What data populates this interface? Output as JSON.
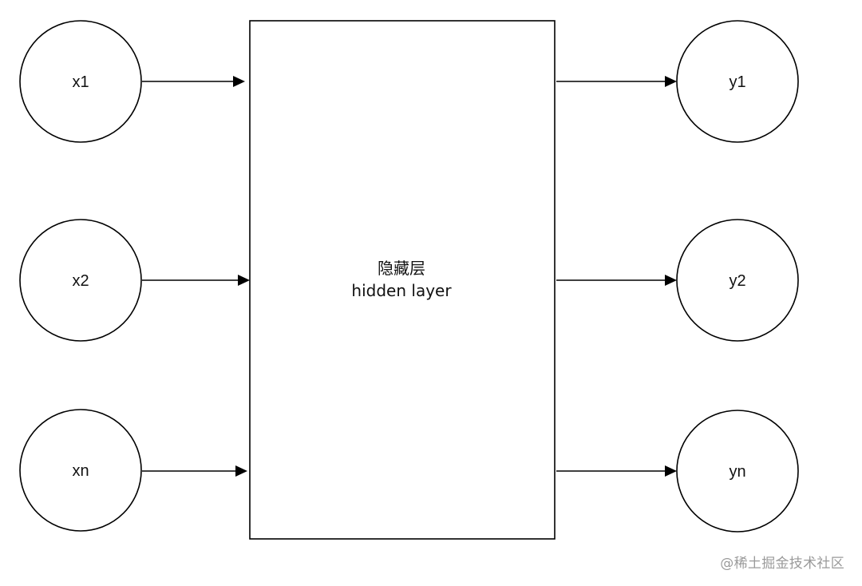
{
  "diagram": {
    "inputs": [
      {
        "label": "x1"
      },
      {
        "label": "x2"
      },
      {
        "label": "xn"
      }
    ],
    "hidden_layer": {
      "title_cn": "隐藏层",
      "title_en": "hidden layer"
    },
    "outputs": [
      {
        "label": "y1"
      },
      {
        "label": "y2"
      },
      {
        "label": "yn"
      }
    ],
    "colors": {
      "stroke": "#000000",
      "background": "#ffffff",
      "watermark": "#9a9a9a"
    }
  },
  "watermark": {
    "text": "@稀土掘金技术社区"
  }
}
